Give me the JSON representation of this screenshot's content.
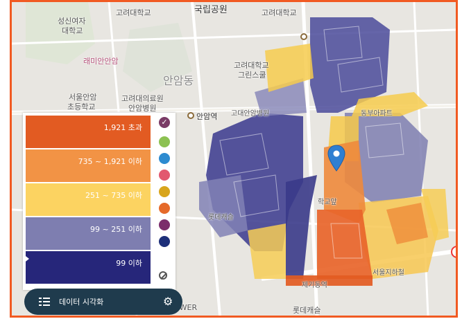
{
  "map": {
    "labels": {
      "school_girls_1": "성신여자",
      "school_girls_2": "대학교",
      "korea_univ_top": "고려대학교",
      "national_park": "국립공원",
      "korea_univ_top2": "고려대학교",
      "raemian": "래미안안암",
      "anam_dong": "안암동",
      "green_campus_1": "고려대학교",
      "green_campus_2": "그린스쿨",
      "seoul_anam_1": "서울안암",
      "seoul_anam_2": "초등학교",
      "med_1": "고려대의료원",
      "med_2": "안암병원",
      "anam_station": "안암역",
      "gwadae": "고대안암병원",
      "dongbu_apt": "동부아파트",
      "lotte_castle": "롯데캐슬",
      "hospital_st": "학교앞",
      "lotte_dept": "롯데캐슬",
      "tower": "OWER",
      "bottom_station": "서울지하철",
      "bottom_ent": "제기동역"
    }
  },
  "legend": {
    "bands": [
      {
        "label": "1,921 초과",
        "color": "#e25b22"
      },
      {
        "label": "735 ~ 1,921 이하",
        "color": "#f29345"
      },
      {
        "label": "251 ~ 735 이하",
        "color": "#fcd361"
      },
      {
        "label": "99 ~ 251 이하",
        "color": "#7e7eb0"
      },
      {
        "label": "99 이하",
        "color": "#26267a"
      }
    ],
    "palette_icons": [
      "check-circle-icon",
      "green-circle-icon",
      "blue-circle-icon",
      "pink-circle-icon",
      "yellow-circle-icon",
      "orange-circle-icon",
      "purple-circle-icon",
      "navy-circle-icon",
      "ban-icon"
    ],
    "palette_colors": [
      "#7a3b66",
      "#8cc152",
      "#2d8bd0",
      "#e2586f",
      "#d8a51c",
      "#e56a2a",
      "#7b2d6b",
      "#1d2f79"
    ]
  },
  "toolbar": {
    "data_viz_label": "데이터 시각화"
  }
}
